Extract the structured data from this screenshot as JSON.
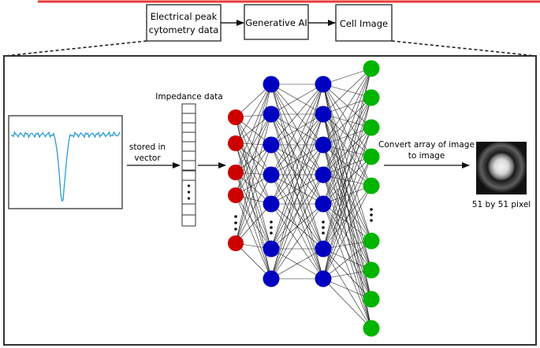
{
  "pipeline": {
    "steps": [
      {
        "lines": [
          "Electrical peak",
          "cytometry data"
        ]
      },
      {
        "lines": [
          "Generative AI"
        ]
      },
      {
        "lines": [
          "Cell Image"
        ]
      }
    ]
  },
  "detail": {
    "signal_label": "",
    "arrow1_label": [
      "stored in",
      "vector"
    ],
    "vector_label": "Impedance data",
    "arrow3_label": [
      "Convert array of image",
      "to image"
    ],
    "output_label": "51 by 51 pixel",
    "ellipsis": "⋮"
  },
  "network": {
    "layers": [
      {
        "name": "input",
        "color": "#cc0000",
        "visible_nodes": 5,
        "ellipsis_after": 4
      },
      {
        "name": "hidden-1",
        "color": "#0000c0",
        "visible_nodes": 7,
        "ellipsis_after": 5
      },
      {
        "name": "hidden-2",
        "color": "#0000c0",
        "visible_nodes": 7,
        "ellipsis_after": 5
      },
      {
        "name": "output",
        "color": "#00b400",
        "visible_nodes": 9,
        "ellipsis_after": 5
      }
    ]
  },
  "colors": {
    "accent_line": "#e83a3a",
    "signal": "#2a9bd6",
    "stroke": "#222222"
  }
}
